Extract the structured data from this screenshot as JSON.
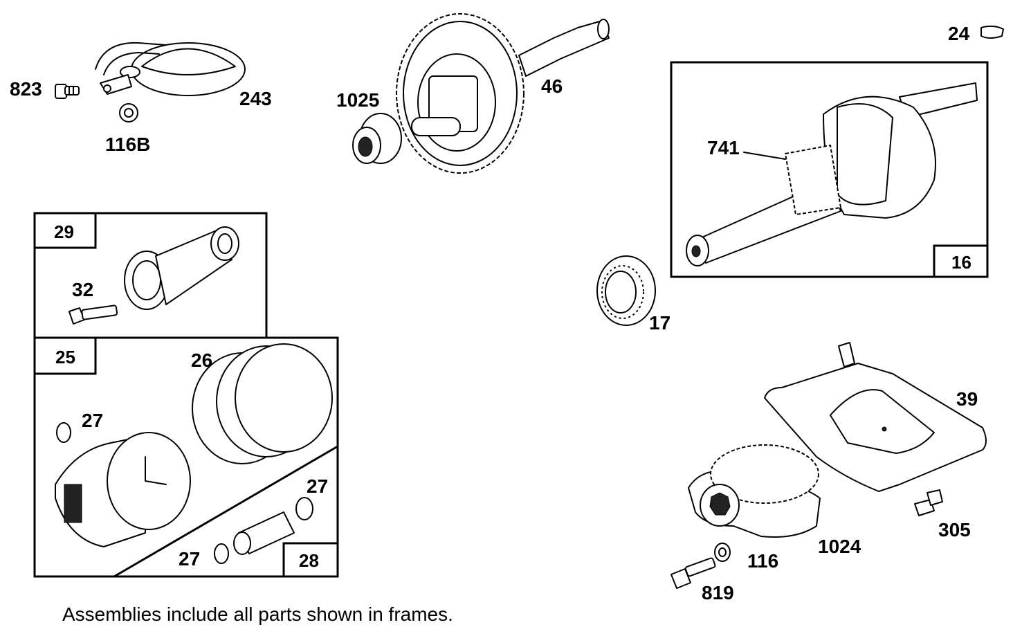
{
  "labels": {
    "p823": "823",
    "p243": "243",
    "p116b": "116B",
    "p1025": "1025",
    "p46": "46",
    "p24": "24",
    "p741": "741",
    "p16": "16",
    "p17": "17",
    "p29": "29",
    "p32": "32",
    "p25": "25",
    "p26": "26",
    "p27a": "27",
    "p27b": "27",
    "p27c": "27",
    "p28": "28",
    "p39": "39",
    "p305": "305",
    "p1024": "1024",
    "p116": "116",
    "p819": "819"
  },
  "footnote": "Assemblies include all parts shown in frames."
}
